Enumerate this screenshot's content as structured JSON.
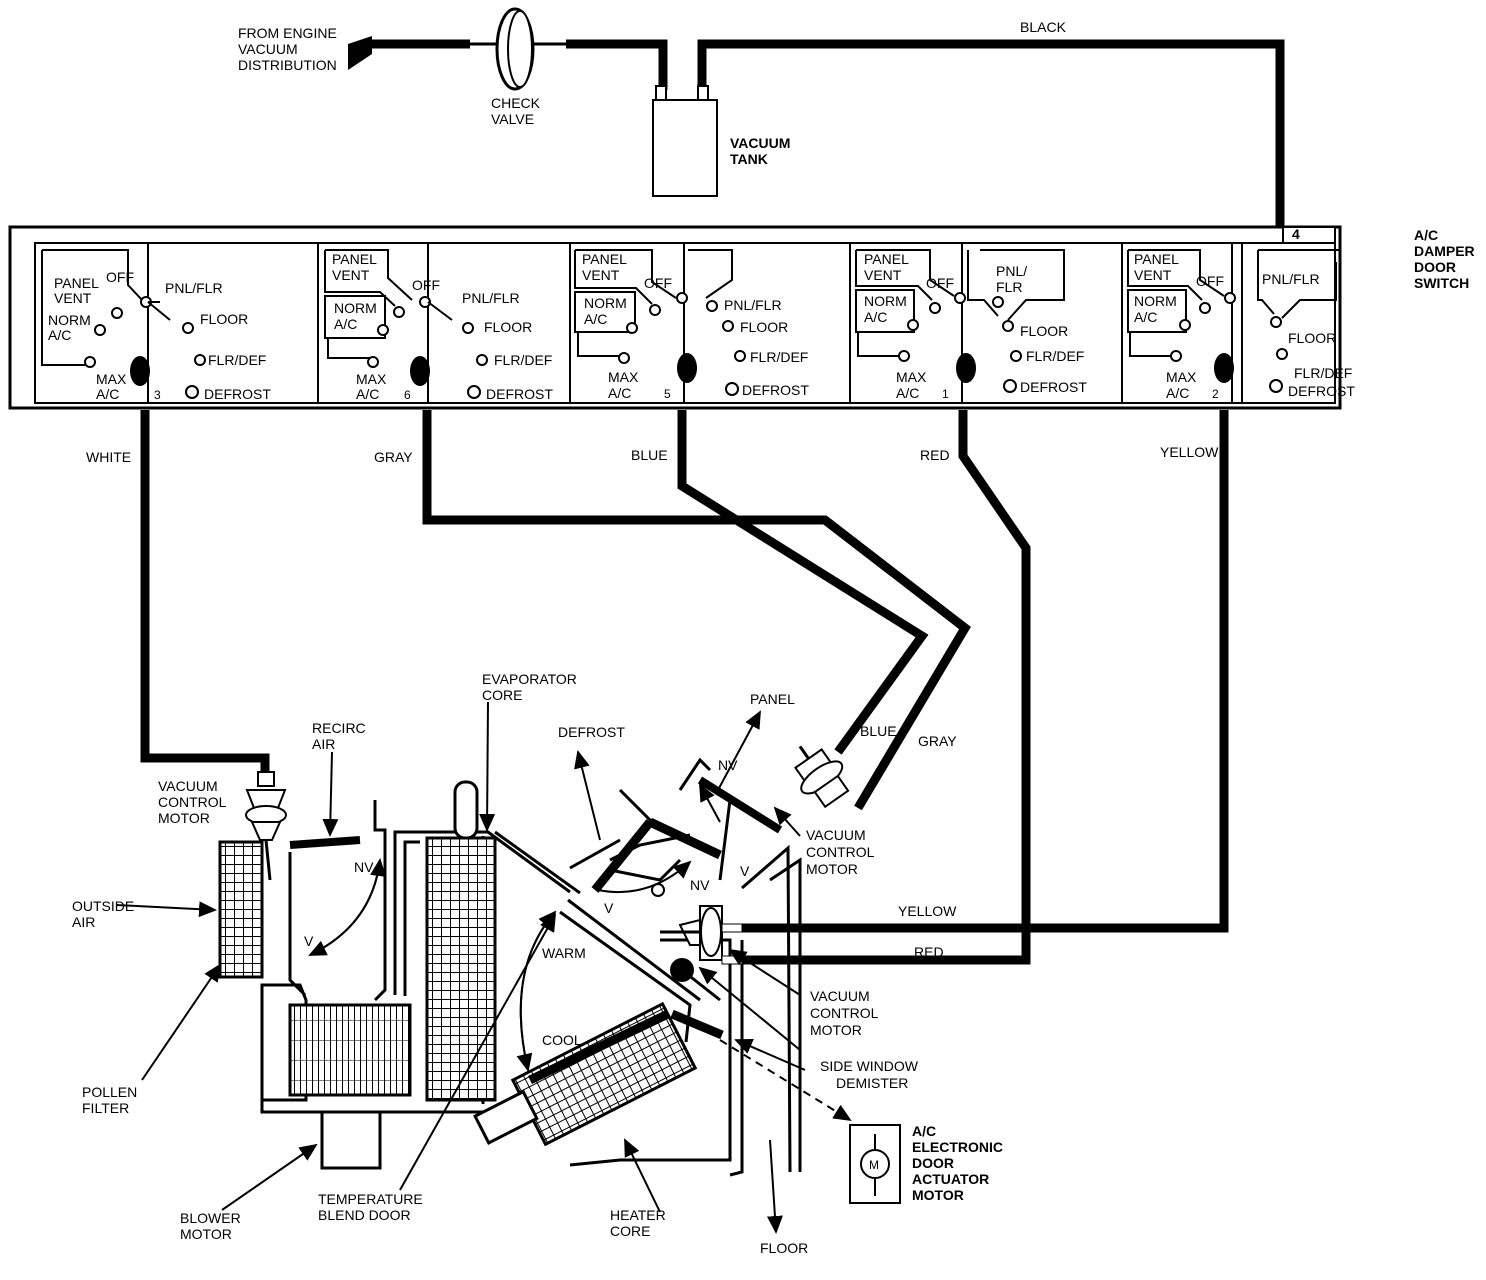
{
  "top": {
    "source_label": [
      "FROM ENGINE",
      "VACUUM",
      "DISTRIBUTION"
    ],
    "check_valve_label": [
      "CHECK",
      "VALVE"
    ],
    "vacuum_tank_label": [
      "VACUUM",
      "TANK"
    ],
    "black_hose": "BLACK"
  },
  "switch": {
    "title": [
      "A/C",
      "DAMPER",
      "DOOR",
      "SWITCH"
    ],
    "port_4": "4",
    "section1": {
      "panel_vent": [
        "PANEL",
        "VENT"
      ],
      "off": "OFF",
      "norm_ac": [
        "NORM",
        "A/C"
      ],
      "max_ac": [
        "MAX",
        "A/C"
      ],
      "port": "3",
      "pnl_flr": "PNL/FLR",
      "floor": "FLOOR",
      "flr_def": "FLR/DEF",
      "defrost": "DEFROST"
    },
    "section2": {
      "panel_vent": [
        "PANEL",
        "VENT"
      ],
      "off": "OFF",
      "norm_ac": [
        "NORM",
        "A/C"
      ],
      "max_ac": [
        "MAX",
        "A/C"
      ],
      "port": "6",
      "pnl_flr": "PNL/FLR",
      "floor": "FLOOR",
      "flr_def": "FLR/DEF",
      "defrost": "DEFROST"
    },
    "section3": {
      "panel_vent": [
        "PANEL",
        "VENT"
      ],
      "off": "OFF",
      "norm_ac": [
        "NORM",
        "A/C"
      ],
      "max_ac": [
        "MAX",
        "A/C"
      ],
      "port": "5",
      "pnl_flr": "PNL/FLR",
      "floor": "FLOOR",
      "flr_def": "FLR/DEF",
      "defrost": "DEFROST"
    },
    "section4": {
      "panel_vent": [
        "PANEL",
        "VENT"
      ],
      "off": "OFF",
      "norm_ac": [
        "NORM",
        "A/C"
      ],
      "max_ac": [
        "MAX",
        "A/C"
      ],
      "port": "1",
      "pnl_flr": [
        "PNL/",
        "FLR"
      ],
      "floor": "FLOOR",
      "flr_def": "FLR/DEF",
      "defrost": "DEFROST"
    },
    "section5": {
      "panel_vent": [
        "PANEL",
        "VENT"
      ],
      "off": "OFF",
      "norm_ac": [
        "NORM",
        "A/C"
      ],
      "max_ac": [
        "MAX",
        "A/C"
      ],
      "port": "2",
      "pnl_flr": "PNL/FLR",
      "floor": "FLOOR",
      "flr_def": [
        "FLR/DEF"
      ],
      "defrost": "DEFROST"
    }
  },
  "hoses": {
    "white": "WHITE",
    "gray": "GRAY",
    "blue": "BLUE",
    "red": "RED",
    "yellow": "YELLOW",
    "blue_lower": "BLUE",
    "gray_lower": "GRAY",
    "yellow_lower": "YELLOW",
    "red_lower": "RED"
  },
  "hvac": {
    "recirc_air": [
      "RECIRC",
      "AIR"
    ],
    "evaporator_core": [
      "EVAPORATOR",
      "CORE"
    ],
    "vacuum_control_motor_left": [
      "VACUUM",
      "CONTROL",
      "MOTOR"
    ],
    "outside_air": [
      "OUTSIDE",
      "AIR"
    ],
    "nv_left": "NV",
    "v_left": "V",
    "pollen_filter": [
      "POLLEN",
      "FILTER"
    ],
    "blower_motor": [
      "BLOWER",
      "MOTOR"
    ],
    "temperature_blend_door": [
      "TEMPERATURE",
      "BLEND DOOR"
    ],
    "heater_core": [
      "HEATER",
      "CORE"
    ],
    "warm": "WARM",
    "cool": "COOL",
    "defrost": "DEFROST",
    "panel": "PANEL",
    "nv_top": "NV",
    "v_mid": "V",
    "nv_mid": "NV",
    "v_low": "V",
    "vacuum_control_motor_right": [
      "VACUUM",
      "CONTROL",
      "MOTOR"
    ],
    "vacuum_control_motor_lower": [
      "VACUUM",
      "CONTROL",
      "MOTOR"
    ],
    "side_window_demister": [
      "SIDE WINDOW",
      "DEMISTER"
    ],
    "actuator_motor": [
      "A/C",
      "ELECTRONIC",
      "DOOR",
      "ACTUATOR",
      "MOTOR"
    ],
    "motor_symbol": "M",
    "floor": "FLOOR"
  }
}
